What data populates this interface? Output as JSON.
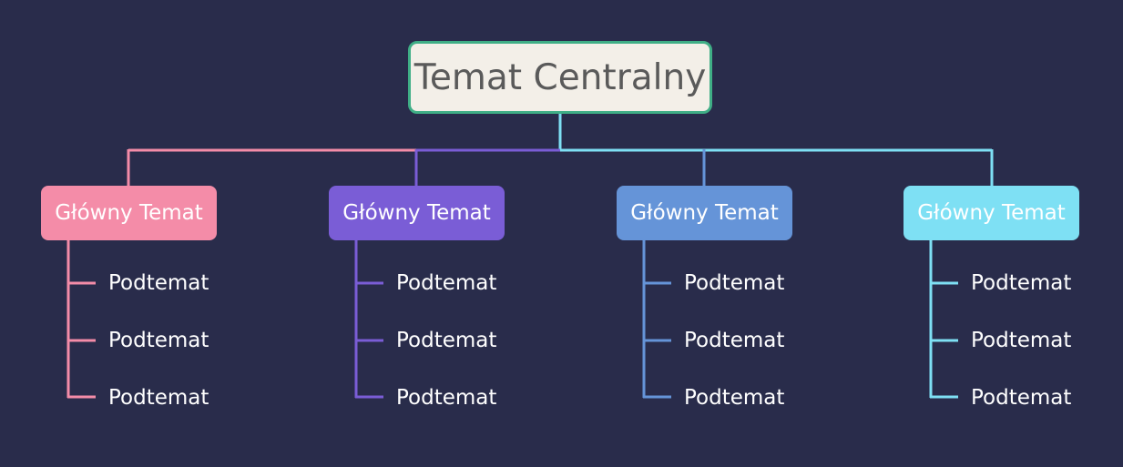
{
  "central": {
    "label": "Temat Centralny",
    "border_color": "#3fae86",
    "fill_color": "#f3efe8"
  },
  "branches": [
    {
      "label": "Główny Temat",
      "color": "#f48ca8",
      "subtopics": [
        "Podtemat",
        "Podtemat",
        "Podtemat"
      ]
    },
    {
      "label": "Główny Temat",
      "color": "#7a5dd6",
      "subtopics": [
        "Podtemat",
        "Podtemat",
        "Podtemat"
      ]
    },
    {
      "label": "Główny Temat",
      "color": "#6594d8",
      "subtopics": [
        "Podtemat",
        "Podtemat",
        "Podtemat"
      ]
    },
    {
      "label": "Główny Temat",
      "color": "#7ee0f4",
      "subtopics": [
        "Podtemat",
        "Podtemat",
        "Podtemat"
      ]
    }
  ],
  "background_color": "#292c4b"
}
